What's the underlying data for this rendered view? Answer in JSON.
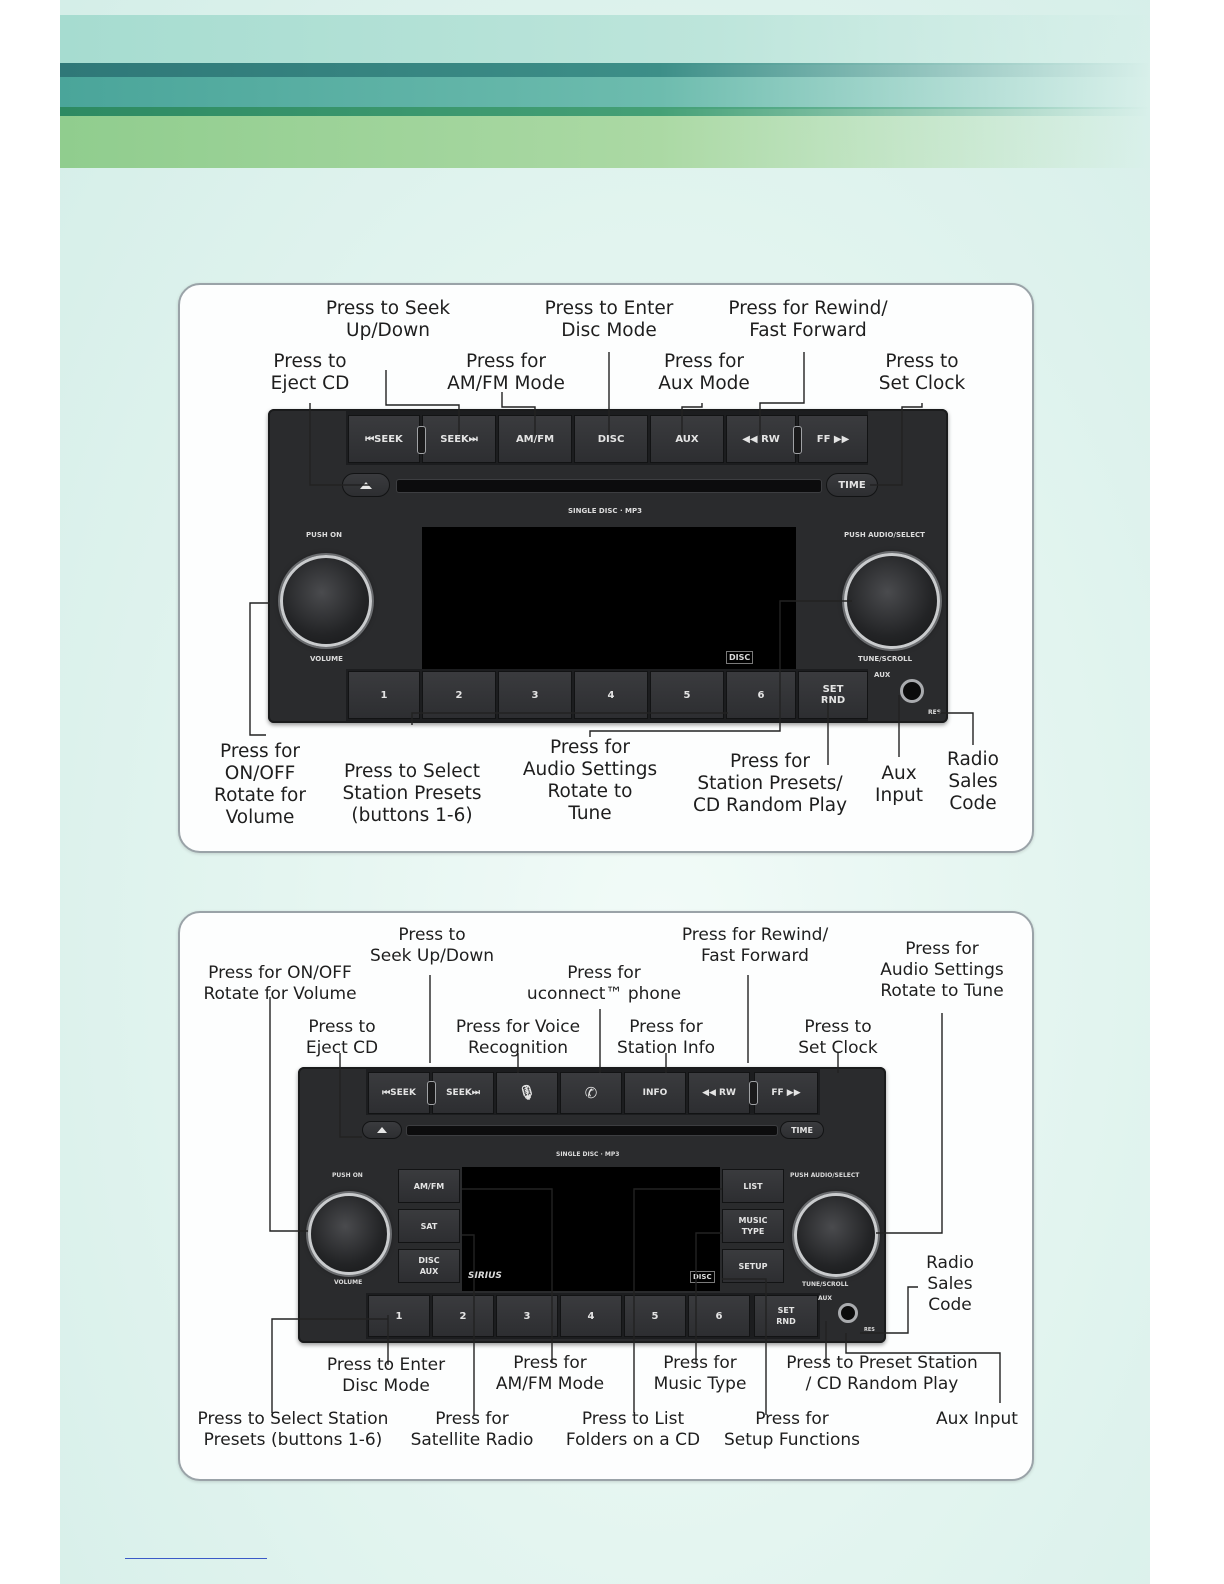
{
  "diagram1": {
    "radio": {
      "top_buttons": [
        "⏮SEEK",
        "SEEK⏭",
        "AM/FM",
        "DISC",
        "AUX",
        "◀◀ RW",
        "FF ▶▶"
      ],
      "time_button": "TIME",
      "slot_label": "SINGLE DISC · MP3",
      "left_knob_top": "PUSH ON",
      "left_knob_bottom": "VOLUME",
      "right_knob_top": "PUSH AUDIO/SELECT",
      "right_knob_bottom": "TUNE/SCROLL",
      "preset_buttons": [
        "1",
        "2",
        "3",
        "4",
        "5",
        "6"
      ],
      "set_rnd": "SET\nRND",
      "aux_jack_label": "AUX",
      "res_label": "RES",
      "disc_icon_label": "DISC"
    },
    "callouts": {
      "seek": [
        "Press to Seek",
        "Up/Down"
      ],
      "disc_mode": [
        "Press to Enter",
        "Disc Mode"
      ],
      "rewind": [
        "Press for Rewind/",
        "Fast Forward"
      ],
      "eject": [
        "Press to",
        "Eject CD"
      ],
      "amfm": [
        "Press for",
        "AM/FM Mode"
      ],
      "aux_mode": [
        "Press for",
        "Aux Mode"
      ],
      "clock": [
        "Press to",
        "Set Clock"
      ],
      "volume": [
        "Press for",
        "ON/OFF",
        "Rotate for",
        "Volume"
      ],
      "presets": [
        "Press to Select",
        "Station Presets",
        "(buttons 1-6)"
      ],
      "audio": [
        "Press for",
        "Audio Settings",
        "Rotate to",
        "Tune"
      ],
      "random": [
        "Press for",
        "Station Presets/",
        "CD Random Play"
      ],
      "aux_input": [
        "Aux",
        "Input"
      ],
      "sales_code": [
        "Radio",
        "Sales",
        "Code"
      ]
    }
  },
  "diagram2": {
    "radio": {
      "top_buttons": [
        "⏮SEEK",
        "SEEK⏭",
        "voice-icon",
        "phone-icon",
        "INFO",
        "◀◀ RW",
        "FF ▶▶"
      ],
      "time_button": "TIME",
      "slot_label": "SINGLE DISC · MP3",
      "left_knob_top": "PUSH ON",
      "left_knob_bottom": "VOLUME",
      "right_knob_top": "PUSH AUDIO/SELECT",
      "right_knob_bottom": "TUNE/SCROLL",
      "left_buttons": [
        "AM/FM",
        "SAT",
        "DISC\nAUX"
      ],
      "right_buttons": [
        "LIST",
        "MUSIC\nTYPE",
        "SETUP"
      ],
      "preset_buttons": [
        "1",
        "2",
        "3",
        "4",
        "5",
        "6"
      ],
      "set_rnd": "SET\nRND",
      "sirius_logo": "SIRIUS",
      "disc_icon_label": "DISC",
      "aux_jack_label": "AUX",
      "res_label": "RES"
    },
    "callouts": {
      "seek": [
        "Press to",
        "Seek Up/Down"
      ],
      "rewind": [
        "Press for Rewind/",
        "Fast Forward"
      ],
      "audio": [
        "Press for",
        "Audio Settings",
        "Rotate to Tune"
      ],
      "volume": [
        "Press for ON/OFF",
        "Rotate for Volume"
      ],
      "uconnect": [
        "Press for",
        "uconnect™ phone"
      ],
      "eject": [
        "Press to",
        "Eject CD"
      ],
      "voice": [
        "Press for Voice",
        "Recognition"
      ],
      "info": [
        "Press for",
        "Station Info"
      ],
      "clock": [
        "Press to",
        "Set Clock"
      ],
      "sales_code": [
        "Radio",
        "Sales",
        "Code"
      ],
      "disc_mode": [
        "Press to Enter",
        "Disc Mode"
      ],
      "amfm": [
        "Press for",
        "AM/FM Mode"
      ],
      "music_type": [
        "Press for",
        "Music Type"
      ],
      "preset_station": [
        "Press to Preset Station",
        "/ CD Random Play"
      ],
      "presets": [
        "Press to Select Station",
        "Presets (buttons 1-6)"
      ],
      "satellite": [
        "Press for",
        "Satellite Radio"
      ],
      "list": [
        "Press to List",
        "Folders on a CD"
      ],
      "setup": [
        "Press for",
        "Setup Functions"
      ],
      "aux_input": [
        "Aux Input"
      ]
    }
  }
}
